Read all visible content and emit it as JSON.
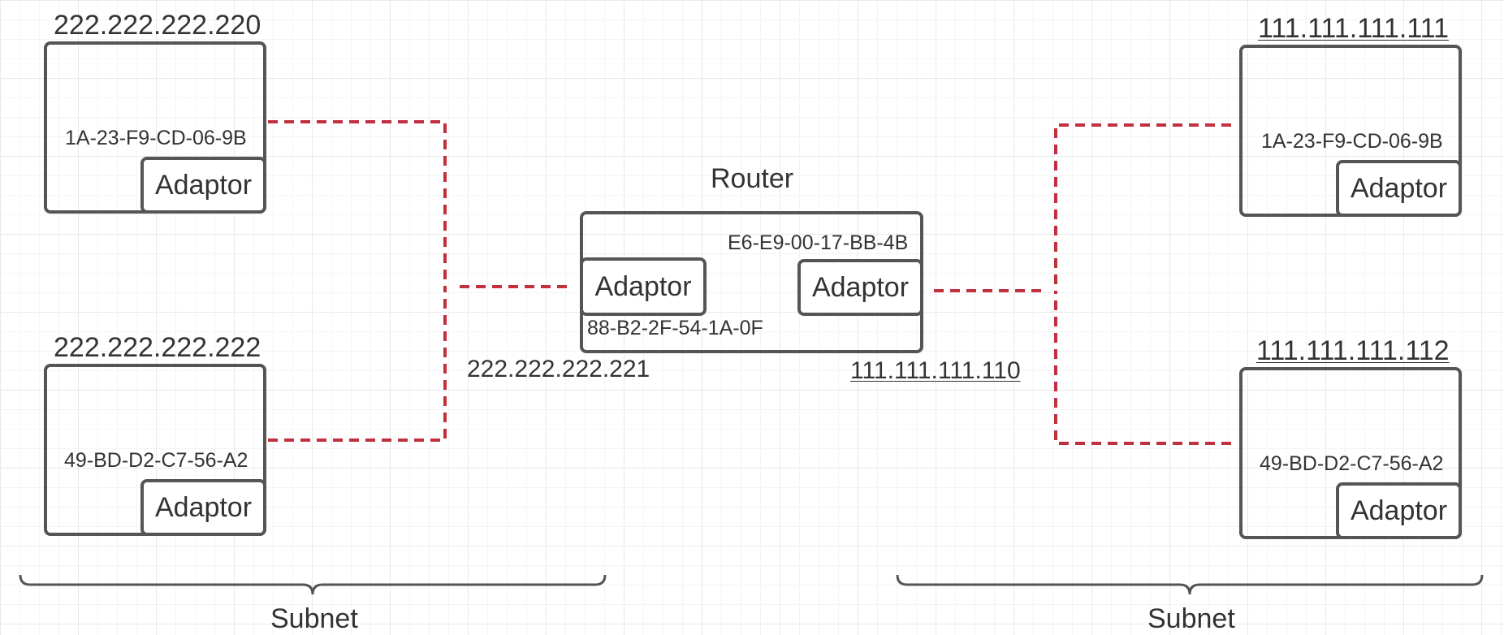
{
  "hosts": {
    "left_top": {
      "ip": "222.222.222.220",
      "mac": "1A-23-F9-CD-06-9B",
      "adaptor": "Adaptor"
    },
    "left_bottom": {
      "ip": "222.222.222.222",
      "mac": "49-BD-D2-C7-56-A2",
      "adaptor": "Adaptor"
    },
    "right_top": {
      "ip": "111.111.111.111",
      "mac": "1A-23-F9-CD-06-9B",
      "adaptor": "Adaptor"
    },
    "right_bottom": {
      "ip": "111.111.111.112",
      "mac": "49-BD-D2-C7-56-A2",
      "adaptor": "Adaptor"
    }
  },
  "router": {
    "title": "Router",
    "left_adaptor": {
      "label": "Adaptor",
      "mac": "88-B2-2F-54-1A-0F",
      "ip": "222.222.222.221"
    },
    "right_adaptor": {
      "label": "Adaptor",
      "mac": "E6-E9-00-17-BB-4B",
      "ip": "111.111.111.110"
    }
  },
  "subnets": {
    "left": "Subnet",
    "right": "Subnet"
  },
  "colors": {
    "link": "#c0303d",
    "border": "#555555",
    "text": "#333333"
  }
}
